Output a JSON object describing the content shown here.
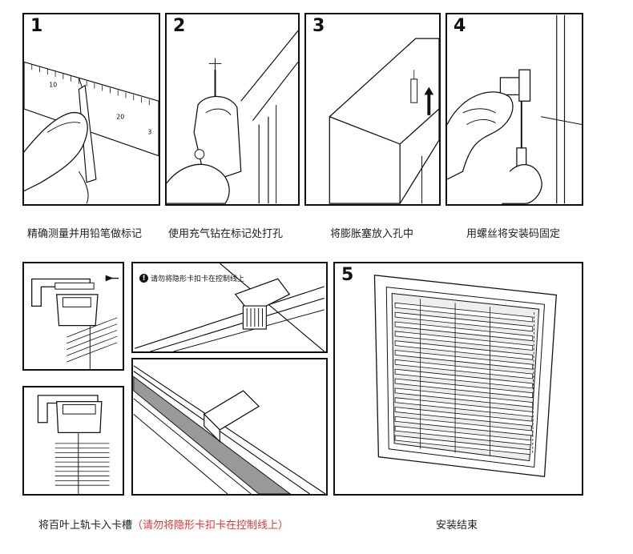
{
  "steps": [
    {
      "number": "1",
      "caption": "精确测量并用铅笔做标记",
      "ruler_marks": [
        "10",
        "20",
        "3"
      ]
    },
    {
      "number": "2",
      "caption": "使用充气钻在标记处打孔"
    },
    {
      "number": "3",
      "caption": "将膨胀塞放入孔中"
    },
    {
      "number": "4",
      "caption": "用螺丝将安装码固定"
    }
  ],
  "step_mid": {
    "caption": "将百叶上轨卡入卡槽",
    "warning_caption": "（请勿将隐形卡扣卡在控制线上）",
    "inset_warning": "请勿将隐形卡扣卡在控制线上",
    "warning_icon": "!"
  },
  "step5": {
    "number": "5",
    "caption": "安装结束"
  },
  "colors": {
    "caption_warning": "#e33333",
    "line": "#111111"
  }
}
